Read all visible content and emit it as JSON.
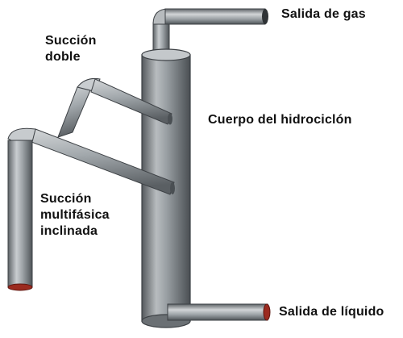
{
  "labels": {
    "gas_outlet": "Salida de gas",
    "body": "Cuerpo del hidrociclón",
    "liquid_outlet": "Salida de líquido",
    "double_suction_line1": "Succión",
    "double_suction_line2": "doble",
    "multiphase_line1": "Succión",
    "multiphase_line2": "multifásica",
    "multiphase_line3": "inclinada"
  },
  "colors": {
    "pipe_dark": "#5f6468",
    "pipe_mid": "#9aa0a4",
    "pipe_light": "#d9dcde",
    "opening_red": "#9b2a1f",
    "outline": "#3d4145"
  }
}
